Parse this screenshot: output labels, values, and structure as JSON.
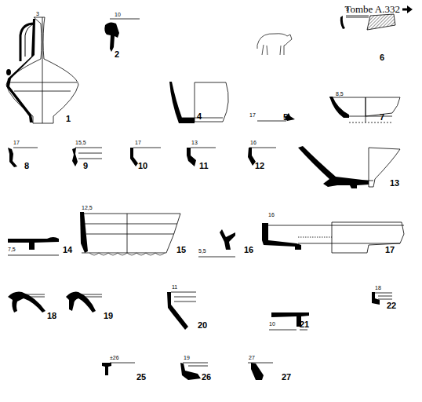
{
  "diagram": {
    "title": "Tombe A.332",
    "labels": [
      "3",
      "10",
      "9",
      "8,5",
      "1",
      "2",
      "4",
      "17",
      "5",
      "6",
      "7",
      "17",
      "8",
      "15,5",
      "9",
      "17",
      "10",
      "13",
      "11",
      "16",
      "12",
      "13",
      "7,5",
      "14",
      "12,5",
      "15",
      "5,5",
      "16",
      "16",
      "17",
      "18",
      "19",
      "11",
      "20",
      "18",
      "22",
      "10",
      "21",
      "±26",
      "25",
      "19",
      "26",
      "27",
      "27"
    ]
  }
}
